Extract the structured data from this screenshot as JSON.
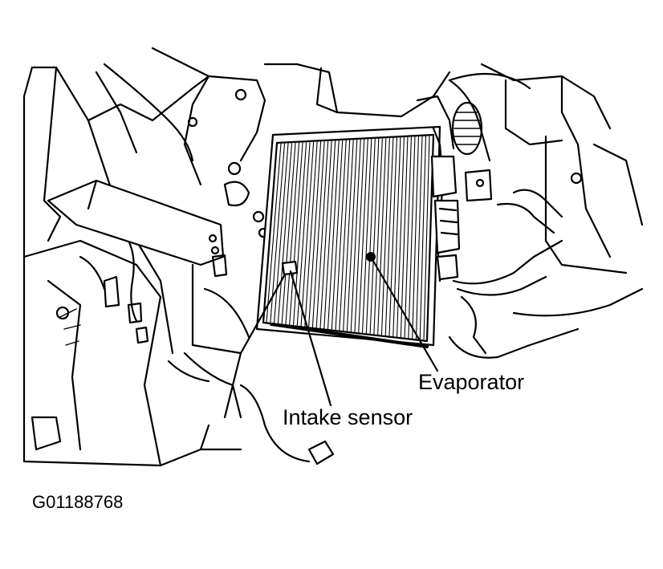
{
  "labels": {
    "evaporator": "Evaporator",
    "intake_sensor": "Intake sensor"
  },
  "figure_id": "G01188768",
  "colors": {
    "ink": "#000000",
    "background": "#ffffff"
  }
}
